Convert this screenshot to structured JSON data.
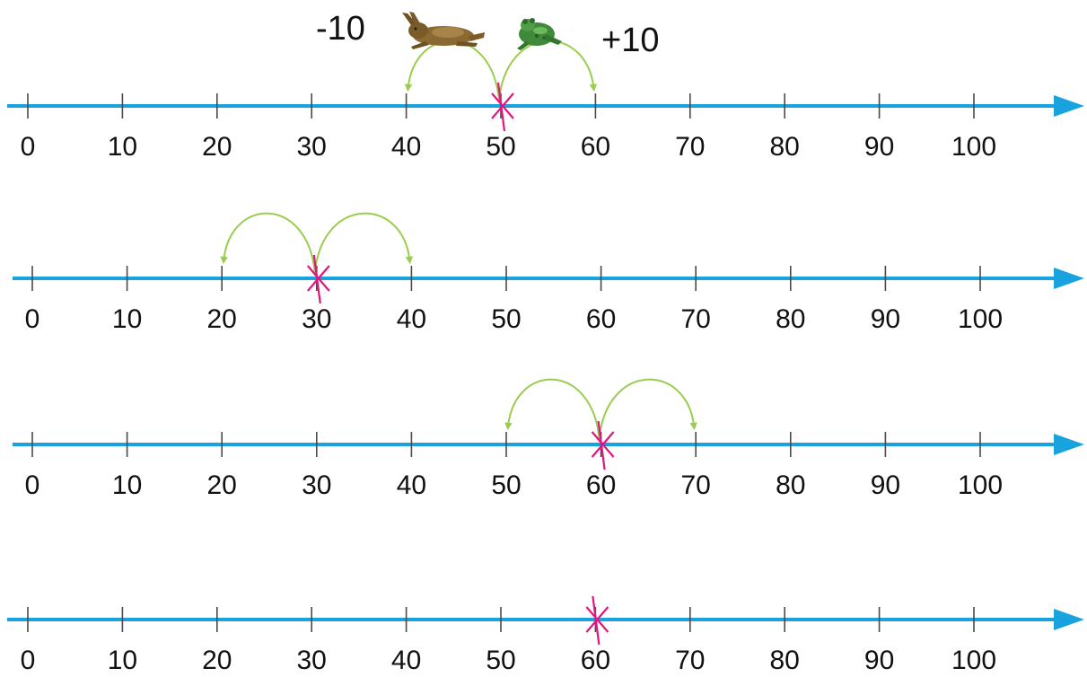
{
  "colors": {
    "axis": "#19a3de",
    "tick": "#4a4a4a",
    "mark": "#e2157f",
    "arc": "#9acd4f",
    "text": "#111111",
    "hare": "#8a6a32",
    "frog": "#3f8a3a"
  },
  "labels": {
    "minus": "-10",
    "plus": "+10"
  },
  "icons": {
    "hare": "hare-icon",
    "frog": "frog-icon"
  },
  "number_lines": [
    {
      "ticks": [
        "0",
        "10",
        "20",
        "30",
        "40",
        "50",
        "60",
        "70",
        "80",
        "90",
        "100"
      ],
      "marked_value": 50,
      "jumps_to": [
        40,
        60
      ]
    },
    {
      "ticks": [
        "0",
        "10",
        "20",
        "30",
        "40",
        "50",
        "60",
        "70",
        "80",
        "90",
        "100"
      ],
      "marked_value": 30,
      "jumps_to": [
        20,
        40
      ]
    },
    {
      "ticks": [
        "0",
        "10",
        "20",
        "30",
        "40",
        "50",
        "60",
        "70",
        "80",
        "90",
        "100"
      ],
      "marked_value": 60,
      "jumps_to": [
        50,
        70
      ]
    },
    {
      "ticks": [
        "0",
        "10",
        "20",
        "30",
        "40",
        "50",
        "60",
        "70",
        "80",
        "90",
        "100"
      ],
      "marked_value": 60,
      "jumps_to": []
    }
  ]
}
